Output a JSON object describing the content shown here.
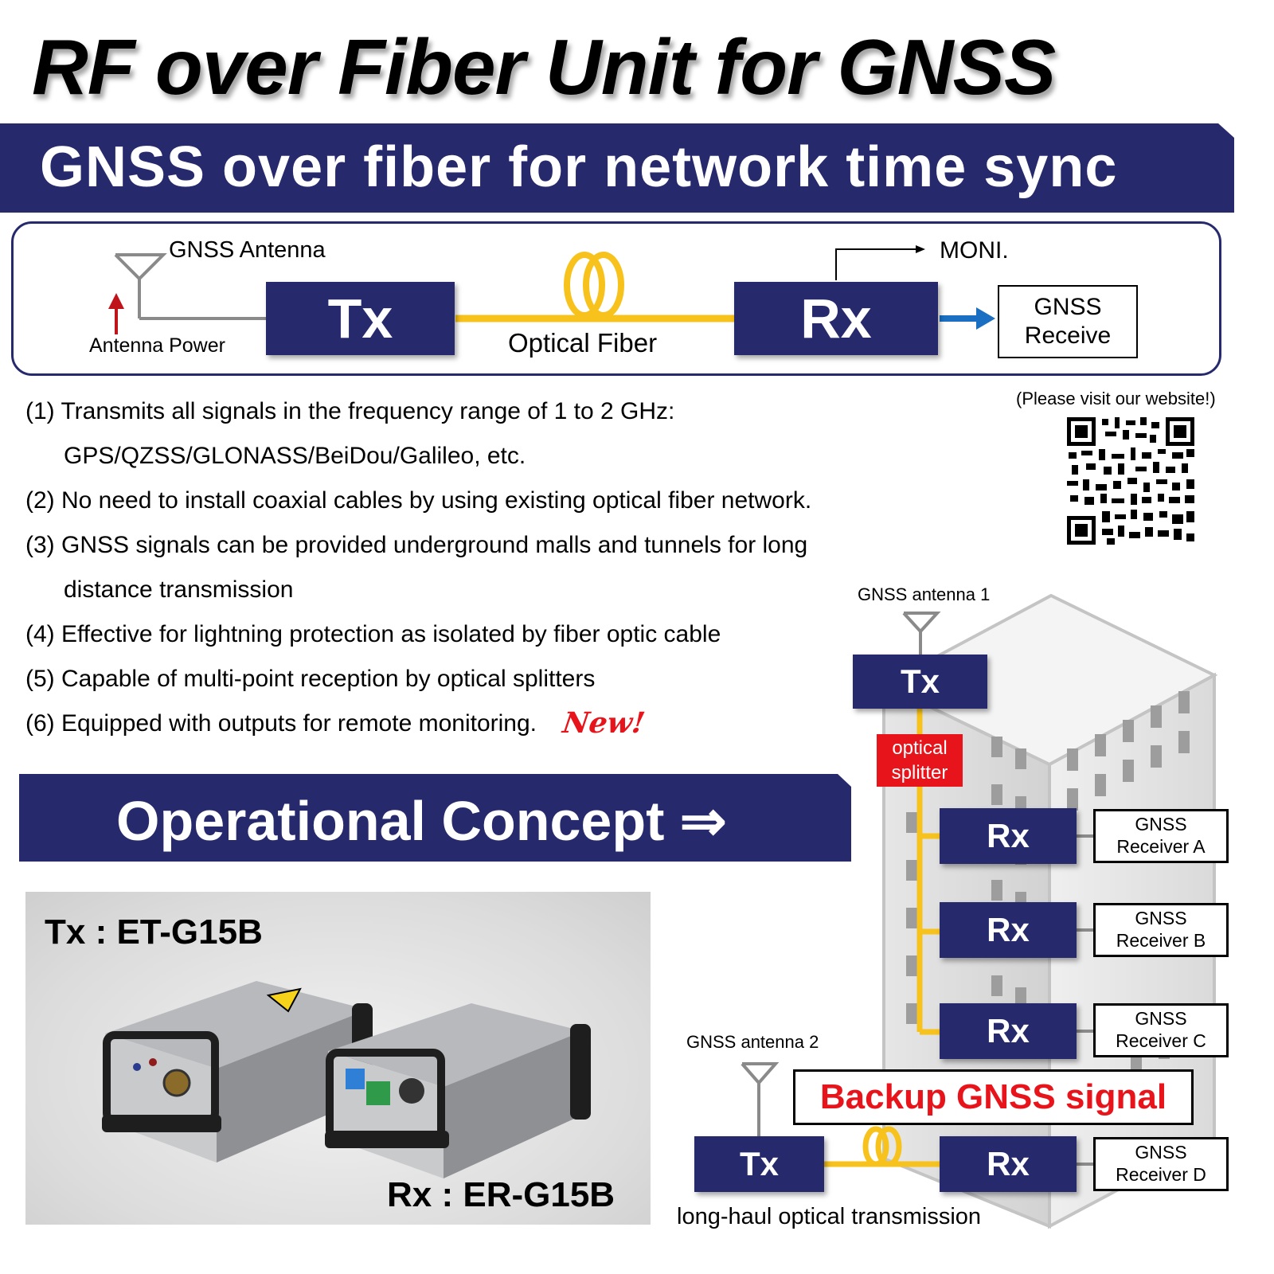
{
  "title": "RF over Fiber Unit for GNSS",
  "banner_subtitle": "GNSS over fiber for network time sync",
  "diagram": {
    "antenna_label": "GNSS Antenna",
    "antenna_power_label": "Antenna Power",
    "tx_label": "Tx",
    "fiber_label": "Optical Fiber",
    "rx_label": "Rx",
    "moni_label": "MONI.",
    "receive_line1": "GNSS",
    "receive_line2": "Receive"
  },
  "website_note": "(Please visit our website!)",
  "features": [
    "(1) Transmits all signals in the frequency range of 1 to 2 GHz:",
    "GPS/QZSS/GLONASS/BeiDou/Galileo, etc.",
    "(2) No need to install coaxial cables by using existing optical fiber network.",
    "(3) GNSS signals can be provided underground malls and tunnels for long",
    "distance transmission",
    "(4) Effective for lightning protection as isolated by fiber optic cable",
    "(5) Capable of multi-point reception by optical splitters",
    "(6) Equipped with outputs for remote monitoring."
  ],
  "new_badge": "New!",
  "concept_banner": "Operational Concept  ⇒",
  "product": {
    "tx_model": "Tx : ET-G15B",
    "rx_model": "Rx : ER-G15B"
  },
  "concept": {
    "antenna1": "GNSS antenna 1",
    "tx": "Tx",
    "splitter_line1": "optical",
    "splitter_line2": "splitter",
    "rx": "Rx",
    "receivers": [
      {
        "line1": "GNSS",
        "line2": "Receiver A"
      },
      {
        "line1": "GNSS",
        "line2": "Receiver B"
      },
      {
        "line1": "GNSS",
        "line2": "Receiver C"
      },
      {
        "line1": "GNSS",
        "line2": "Receiver D"
      }
    ],
    "antenna2": "GNSS antenna 2",
    "backup": "Backup GNSS signal",
    "longhaul": "long-haul optical transmission"
  },
  "colors": {
    "navy": "#262a6c",
    "fiber": "#f7c21b",
    "red": "#e8141b",
    "blue_arrow": "#1a6fc2"
  }
}
